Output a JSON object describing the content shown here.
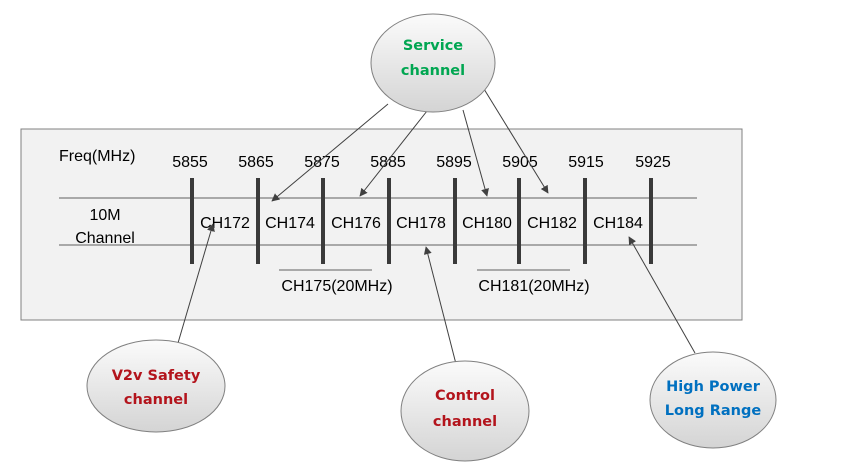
{
  "axis_label": "Freq(MHz)",
  "frequencies": [
    "5855",
    "5865",
    "5875",
    "5885",
    "5895",
    "5905",
    "5915",
    "5925"
  ],
  "row_label": [
    "10M",
    "Channel"
  ],
  "channels": [
    "CH172",
    "CH174",
    "CH176",
    "CH178",
    "CH180",
    "CH182",
    "CH184"
  ],
  "wide_channels": [
    "CH175(20MHz)",
    "CH181(20MHz)"
  ],
  "bubbles": {
    "service": {
      "lines": [
        "Service",
        "channel"
      ],
      "color": "#00a651"
    },
    "safety": {
      "lines": [
        "V2v Safety",
        "channel"
      ],
      "color": "#b3141c"
    },
    "control": {
      "lines": [
        "Control",
        "channel"
      ],
      "color": "#b3141c"
    },
    "highpower": {
      "lines": [
        "High Power",
        "Long Range"
      ],
      "color": "#0070c0"
    }
  }
}
